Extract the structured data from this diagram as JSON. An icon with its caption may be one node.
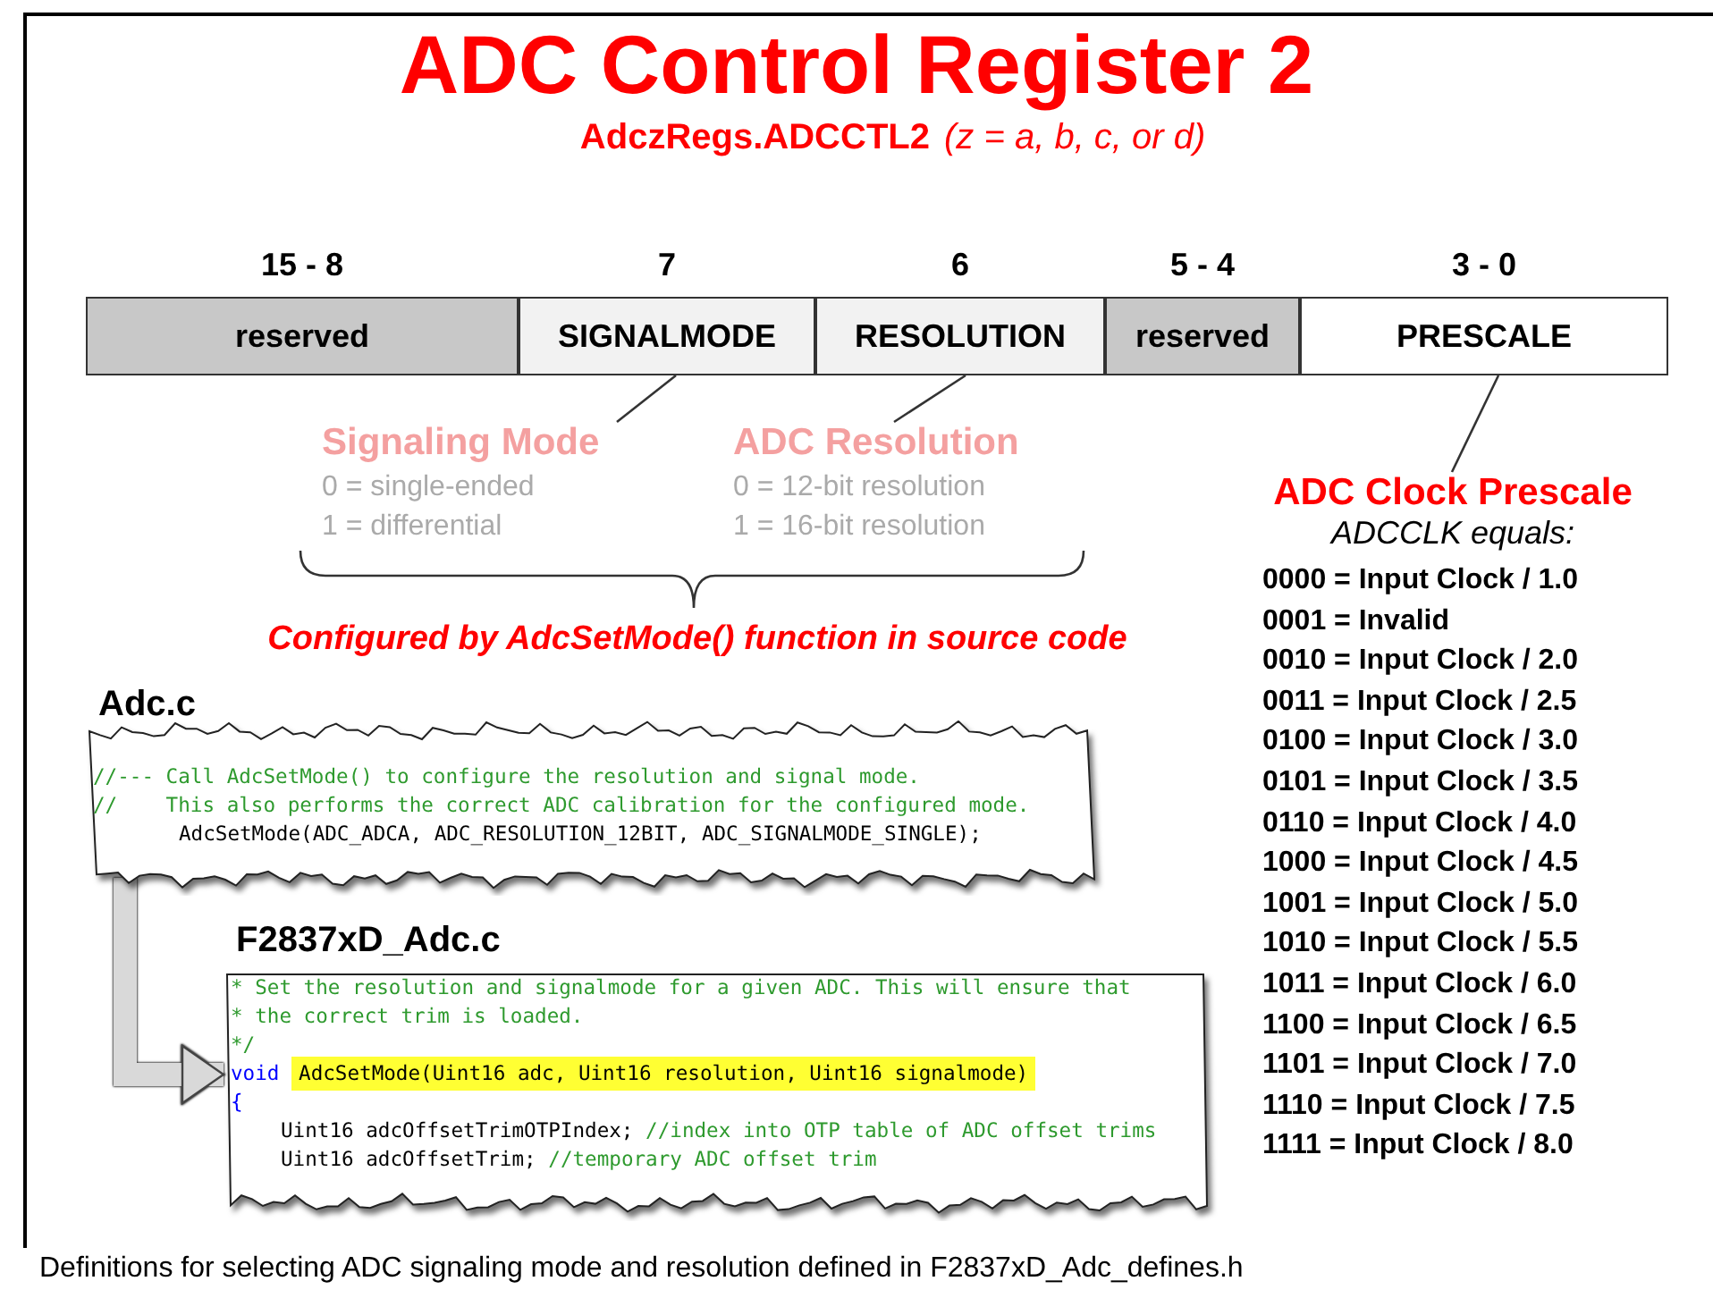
{
  "diagram": {
    "title": "ADC Control Register 2",
    "caption": "Definitions for selecting ADC signaling mode and resolution defined in F2837xD_Adc_defines.h",
    "nodes": [
      {
        "text": [
          "reserved"
        ],
        "beside": [
          "15 - 8"
        ]
      },
      {
        "text": [
          "SIGNALMODE"
        ],
        "beside": [
          "7"
        ]
      },
      {
        "text": [
          "RESOLUTION"
        ],
        "beside": [
          "6"
        ]
      },
      {
        "text": [
          "reserved"
        ],
        "beside": [
          "5 - 4"
        ]
      },
      {
        "text": [
          "PRESCALE"
        ],
        "beside": [
          "3 - 0"
        ]
      },
      {
        "text": [
          "Signaling Mode",
          "0 = single-ended",
          "1 = differential"
        ]
      },
      {
        "text": [
          "ADC Resolution",
          "0 = 12-bit resolution",
          "1 = 16-bit resolution"
        ]
      },
      {
        "text": [
          "ADC Clock Prescale",
          "ADCCLK equals:",
          "0000 = Input Clock / 1.0",
          "0001 = Invalid",
          "0010 = Input Clock / 2.0",
          "0011 = Input Clock / 2.5",
          "0100 = Input Clock / 3.0",
          "0101 = Input Clock / 3.5",
          "0110 = Input Clock / 4.0",
          "1000 = Input Clock / 4.5",
          "1001 = Input Clock / 5.0",
          "1010 = Input Clock / 5.5",
          "1011 = Input Clock / 6.0",
          "1100 = Input Clock / 6.5",
          "1101 = Input Clock / 7.0",
          "1110 = Input Clock / 7.5",
          "1111 = Input Clock / 8.0"
        ]
      },
      {
        "text": [
          "Adc.c",
          "//--- Call AdcSetMode() to configure the resolution and signal mode.",
          "//    This also performs the correct ADC calibration for the configured mode.",
          "AdcSetMode(ADC_ADCA, ADC_RESOLUTION_12BIT, ADC_SIGNALMODE_SINGLE);"
        ]
      },
      {
        "text": [
          "F2837xD_Adc.c",
          "* Set the resolution and signalmode for a given ADC. This will ensure that",
          "* the correct trim is loaded.",
          "*/",
          "void AdcSetMode(Uint16 adc, Uint16 resolution, Uint16 signalmode)",
          "{",
          "Uint16 adcOffsetTrimOTPIndex; //index into OTP table of ADC offset trims",
          "Uint16 adcOffsetTrim; //temporary ADC offset trim"
        ]
      }
    ],
    "edges": [
      {
        "from": 1,
        "to": 5,
        "arrow": "none"
      },
      {
        "from": 2,
        "to": 6,
        "arrow": "none"
      },
      {
        "from": 4,
        "to": 7,
        "arrow": "none"
      },
      {
        "from": 8,
        "to": 9,
        "arrow": "to",
        "style": "thick",
        "color": "#d9d9d9"
      }
    ],
    "labels": [
      "AdczRegs.ADCCTL2",
      "(z = a, b, c, or d)",
      "Configured by AdcSetMode() function in source code"
    ]
  }
}
